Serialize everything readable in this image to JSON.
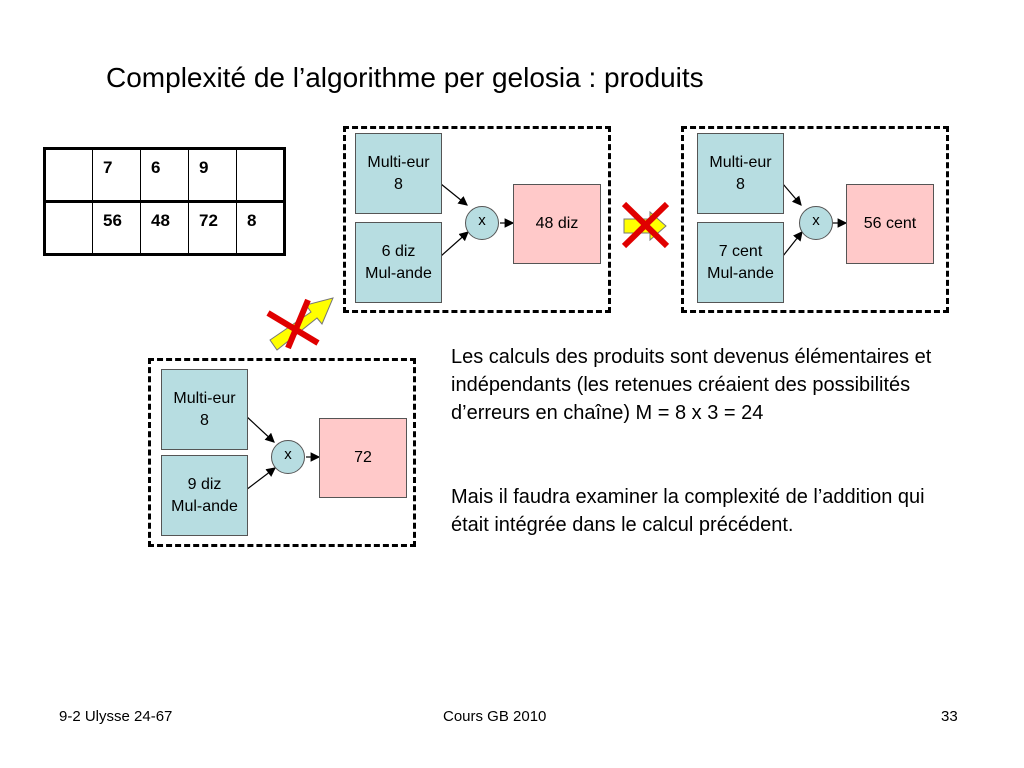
{
  "title": "Complexité de l’algorithme per gelosia : produits",
  "grid": {
    "rows": [
      [
        "",
        "7",
        "6",
        "9",
        ""
      ],
      [
        "",
        "56",
        "48",
        "72",
        "8"
      ]
    ]
  },
  "diagrams": [
    {
      "mult": "Multi-eur\n8",
      "multiplicand": "6 diz\nMul-ande",
      "op": "x",
      "result": "48 diz"
    },
    {
      "mult": "Multi-eur\n8",
      "multiplicand": "7 cent\nMul-ande",
      "op": "x",
      "result": "56 cent"
    },
    {
      "mult": "Multi-eur\n8",
      "multiplicand": "9 diz\nMul-ande",
      "op": "x",
      "result": "72"
    }
  ],
  "paragraphs": [
    "Les calculs des produits sont devenus élémentaires et indépendants (les retenues créaient des possibilités d’erreurs en chaîne)        M = 8 x 3  = 24",
    "Mais il faudra examiner la complexité de l’addition qui était intégrée dans le calcul précédent."
  ],
  "footer": {
    "left": "9-2 Ulysse 24-67",
    "center": "Cours GB 2010",
    "right": "33"
  },
  "colors": {
    "input_box": "#b7dde1",
    "result_box": "#ffc9c9",
    "arrow_fill": "#ffff00",
    "cross": "#e00000"
  }
}
